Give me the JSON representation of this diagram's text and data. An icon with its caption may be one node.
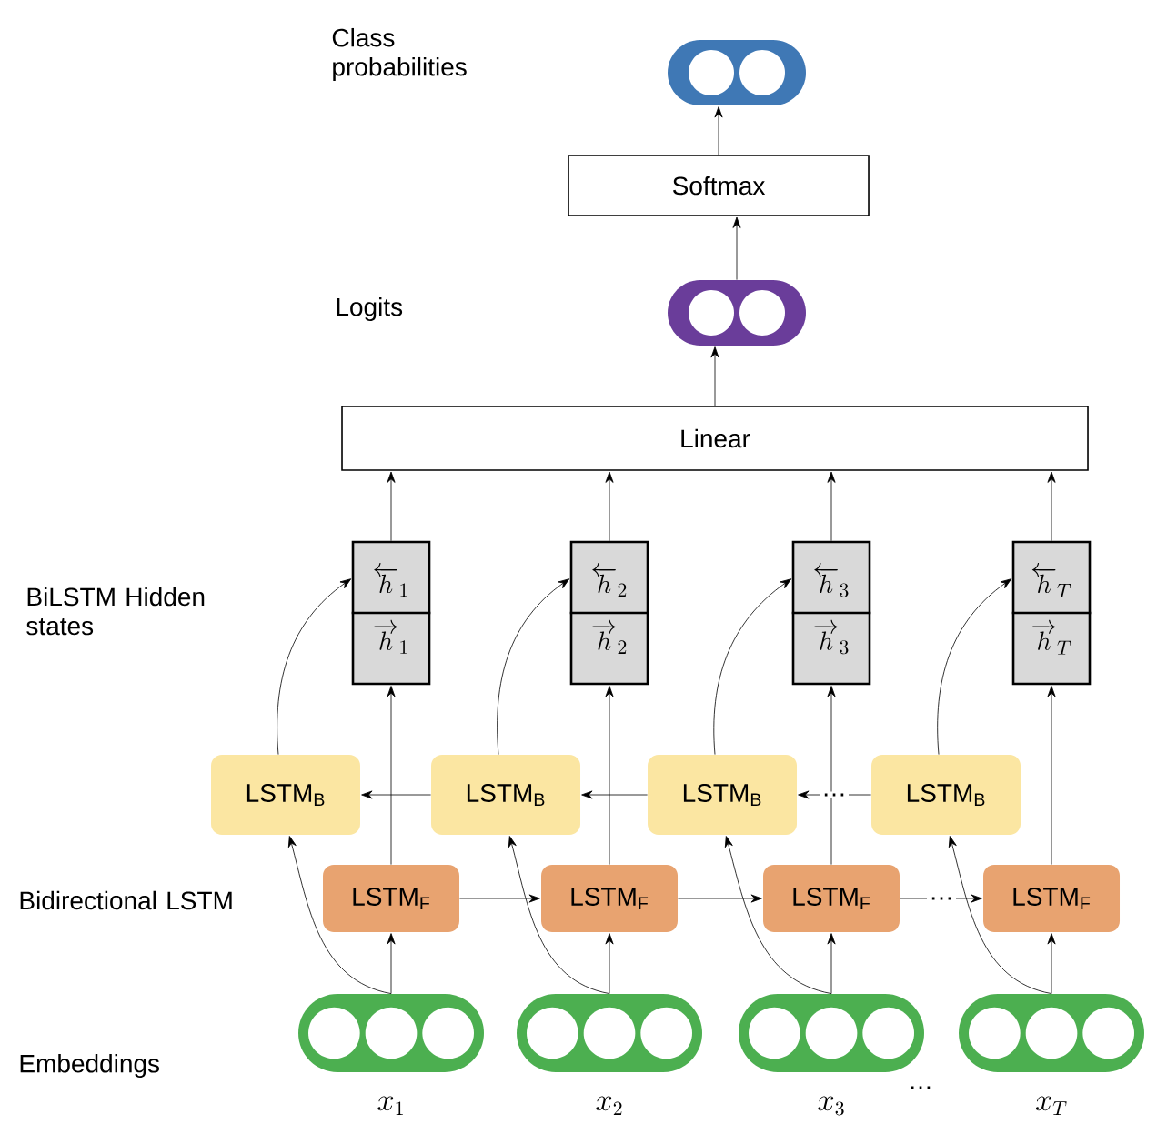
{
  "diagram": {
    "nodes": [
      {
        "text": [],
        "shape": "capsule"
      },
      {
        "text": [
          "Softmax"
        ]
      },
      {
        "text": [],
        "shape": "capsule"
      },
      {
        "text": [
          "Linear"
        ]
      },
      {
        "text": [
          "{\\overleftarrow{h}}_1",
          "{\\overrightarrow{h}}_1"
        ]
      },
      {
        "text": [
          "{\\overleftarrow{h}}_2",
          "{\\overrightarrow{h}}_2"
        ]
      },
      {
        "text": [
          "{\\overleftarrow{h}}_3",
          "{\\overrightarrow{h}}_3"
        ]
      },
      {
        "text": [
          "{\\overleftarrow{h}}_T",
          "{\\overrightarrow{h}}_T"
        ]
      },
      {
        "text": [
          "LSTM$_{B}$"
        ]
      },
      {
        "text": [
          "LSTM$_{B}$"
        ]
      },
      {
        "text": [
          "LSTM$_{B}$"
        ]
      },
      {
        "text": [
          "LSTM$_{B}$"
        ]
      },
      {
        "text": [
          "LSTM$_{F}$"
        ]
      },
      {
        "text": [
          "LSTM$_{F}$"
        ]
      },
      {
        "text": [
          "LSTM$_{F}$"
        ]
      },
      {
        "text": [
          "LSTM$_{F}$"
        ]
      },
      {
        "text": [],
        "shape": "capsule",
        "beside": [
          "x_1"
        ]
      },
      {
        "text": [],
        "shape": "capsule",
        "beside": [
          "x_2"
        ]
      },
      {
        "text": [],
        "shape": "capsule",
        "beside": [
          "x_3"
        ]
      },
      {
        "text": [],
        "shape": "capsule",
        "beside": [
          "x_T"
        ]
      }
    ],
    "edges": [
      {
        "from": 1,
        "to": 0,
        "arrow": "to"
      },
      {
        "from": 2,
        "to": 1,
        "arrow": "to"
      },
      {
        "from": 3,
        "to": 2,
        "arrow": "to"
      },
      {
        "from": 4,
        "to": 3,
        "arrow": "to"
      },
      {
        "from": 5,
        "to": 3,
        "arrow": "to"
      },
      {
        "from": 6,
        "to": 3,
        "arrow": "to"
      },
      {
        "from": 7,
        "to": 3,
        "arrow": "to"
      },
      {
        "from": 12,
        "to": 4,
        "arrow": "to"
      },
      {
        "from": 13,
        "to": 5,
        "arrow": "to"
      },
      {
        "from": 14,
        "to": 6,
        "arrow": "to"
      },
      {
        "from": 15,
        "to": 7,
        "arrow": "to"
      },
      {
        "from": 8,
        "to": 4,
        "arrow": "to"
      },
      {
        "from": 9,
        "to": 5,
        "arrow": "to"
      },
      {
        "from": 10,
        "to": 6,
        "arrow": "to"
      },
      {
        "from": 11,
        "to": 7,
        "arrow": "to"
      },
      {
        "from": 16,
        "to": 12,
        "arrow": "to"
      },
      {
        "from": 17,
        "to": 13,
        "arrow": "to"
      },
      {
        "from": 18,
        "to": 14,
        "arrow": "to"
      },
      {
        "from": 19,
        "to": 15,
        "arrow": "to"
      },
      {
        "from": 16,
        "to": 8,
        "arrow": "to"
      },
      {
        "from": 17,
        "to": 9,
        "arrow": "to"
      },
      {
        "from": 18,
        "to": 10,
        "arrow": "to"
      },
      {
        "from": 19,
        "to": 11,
        "arrow": "to"
      },
      {
        "from": 12,
        "to": 13,
        "arrow": "to"
      },
      {
        "from": 13,
        "to": 14,
        "arrow": "to"
      },
      {
        "from": 14,
        "to": 15,
        "arrow": "to",
        "label": "…"
      },
      {
        "from": 9,
        "to": 8,
        "arrow": "to"
      },
      {
        "from": 10,
        "to": 9,
        "arrow": "to"
      },
      {
        "from": 11,
        "to": 10,
        "arrow": "to",
        "label": "…"
      }
    ],
    "labels": [
      "Class probabilities",
      "Logits",
      "BiLSTM Hidden states",
      "Bidirectional LSTM",
      "Embeddings",
      "…"
    ]
  }
}
